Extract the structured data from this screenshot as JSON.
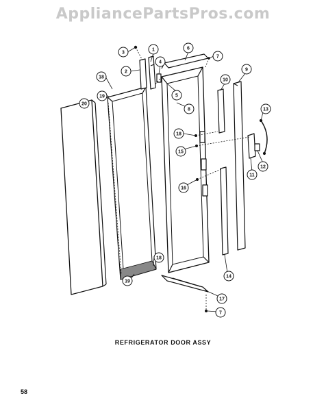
{
  "watermark": "AppliancePartsPros.com",
  "caption": "REFRIGERATOR DOOR ASSY",
  "page_number": "58",
  "callouts": [
    "1",
    "2",
    "3",
    "4",
    "5",
    "6",
    "7",
    "8",
    "9",
    "10",
    "11",
    "12",
    "13",
    "14",
    "15",
    "16",
    "17",
    "18",
    "19",
    "20"
  ],
  "colors": {
    "line": "#111111",
    "watermark": "#c9c9c9",
    "background": "#ffffff"
  }
}
